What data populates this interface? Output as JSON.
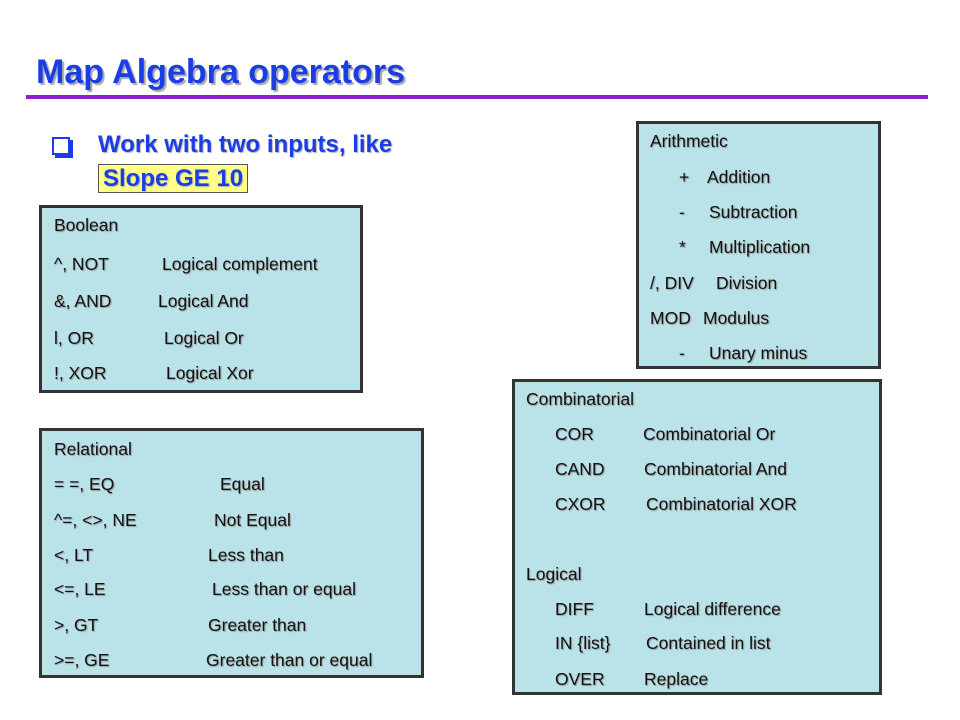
{
  "title": "Map Algebra operators",
  "bullet": {
    "prefix": "Work with two inputs, like ",
    "highlight": "Slope GE 10"
  },
  "boolean": {
    "header": "Boolean",
    "rows": [
      {
        "op": "^, NOT",
        "desc": "Logical complement"
      },
      {
        "op": "&, AND",
        "desc": "Logical And"
      },
      {
        "op": "l, OR",
        "desc": "Logical Or"
      },
      {
        "op": "!, XOR",
        "desc": "Logical Xor"
      }
    ]
  },
  "relational": {
    "header": "Relational",
    "rows": [
      {
        "op": "= =, EQ",
        "desc": "Equal"
      },
      {
        "op": "^=, <>, NE",
        "desc": "Not Equal"
      },
      {
        "op": "<, LT",
        "desc": "Less than"
      },
      {
        "op": "<=, LE",
        "desc": "Less than or equal"
      },
      {
        "op": ">, GT",
        "desc": "Greater than"
      },
      {
        "op": ">=, GE",
        "desc": "Greater than or equal"
      }
    ]
  },
  "arithmetic": {
    "header": "Arithmetic",
    "rows": [
      {
        "op": "+",
        "desc": "Addition"
      },
      {
        "op": "-",
        "desc": "Subtraction"
      },
      {
        "op": "*",
        "desc": "Multiplication"
      },
      {
        "op": "/, DIV",
        "desc": "Division"
      },
      {
        "op": "MOD",
        "desc": "Modulus"
      },
      {
        "op": "-",
        "desc": "Unary minus"
      }
    ]
  },
  "combinatorial": {
    "header": "Combinatorial",
    "rows": [
      {
        "op": "COR",
        "desc": "Combinatorial Or"
      },
      {
        "op": "CAND",
        "desc": "Combinatorial And"
      },
      {
        "op": "CXOR",
        "desc": "Combinatorial XOR"
      }
    ]
  },
  "logical": {
    "header": "Logical",
    "rows": [
      {
        "op": "DIFF",
        "desc": "Logical difference"
      },
      {
        "op": "IN {list}",
        "desc": "Contained in list"
      },
      {
        "op": "OVER",
        "desc": "Replace"
      }
    ]
  }
}
